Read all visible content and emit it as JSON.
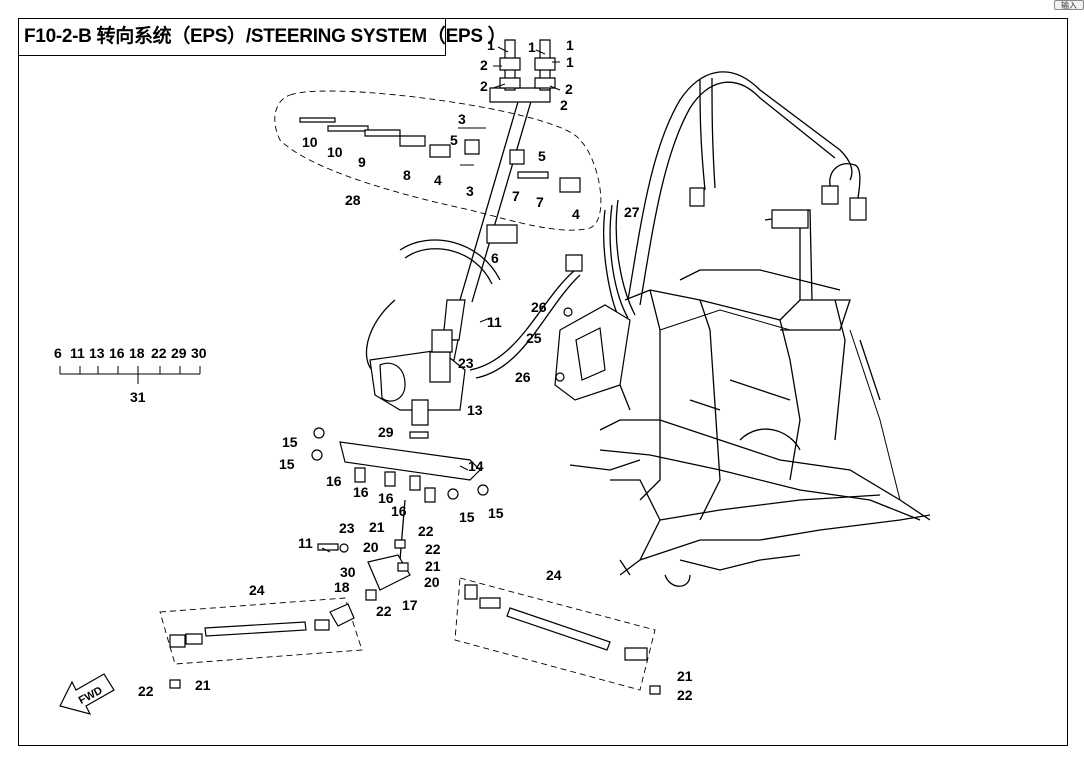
{
  "title": "F10-2-B 转向系统（EPS）/STEERING SYSTEM（EPS ）",
  "corner_button": "输入",
  "callouts": {
    "c1a": "1",
    "c1b": "1",
    "c1c": "1",
    "c1d": "1",
    "c2a": "2",
    "c2b": "2",
    "c2c": "2",
    "c2d": "2",
    "c3a": "3",
    "c3b": "3",
    "c4a": "4",
    "c4b": "4",
    "c5a": "5",
    "c5b": "5",
    "c6": "6",
    "c7a": "7",
    "c7b": "7",
    "c8": "8",
    "c9": "9",
    "c10a": "10",
    "c10b": "10",
    "c11a": "11",
    "c11b": "11",
    "c13": "13",
    "c14": "14",
    "c15a": "15",
    "c15b": "15",
    "c15c": "15",
    "c15d": "15",
    "c16a": "16",
    "c16b": "16",
    "c16c": "16",
    "c16d": "16",
    "c17": "17",
    "c18": "18",
    "c20a": "20",
    "c20b": "20",
    "c21a": "21",
    "c21b": "21",
    "c21c": "21",
    "c21d": "21",
    "c22a": "22",
    "c22b": "22",
    "c22c": "22",
    "c22d": "22",
    "c22e": "22",
    "c23a": "23",
    "c23b": "23",
    "c24a": "24",
    "c24b": "24",
    "c25": "25",
    "c26a": "26",
    "c26b": "26",
    "c27": "27",
    "c28": "28",
    "c29": "29",
    "c30": "30"
  },
  "assembly": {
    "items": [
      "6",
      "11",
      "13",
      "16",
      "18",
      "22",
      "29",
      "30"
    ],
    "total": "31"
  },
  "fwd_label": "FWD",
  "colors": {
    "line": "#000000",
    "background": "#ffffff"
  }
}
